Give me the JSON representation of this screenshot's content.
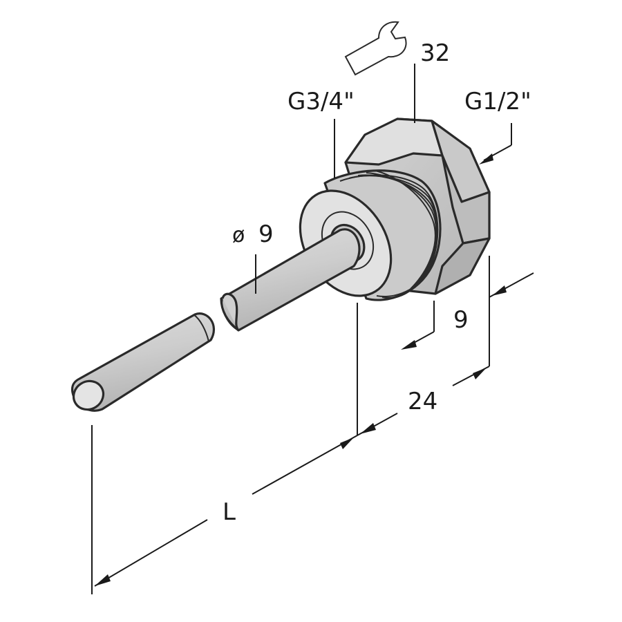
{
  "diagram": {
    "wrench_icon": "wrench-icon",
    "labels": {
      "wrench_size": "32",
      "thread_main": "G3/4\"",
      "thread_connection": "G1/2\"",
      "diameter_symbol": "ø",
      "diameter_value": "9",
      "thread_length": "9",
      "head_length": "24",
      "insertion_length": "L"
    },
    "colors": {
      "metal_light": "#d6d6d6",
      "metal_mid": "#c4c4c4",
      "metal_dark": "#a8a8a8",
      "line": "#1a1a1a"
    }
  }
}
